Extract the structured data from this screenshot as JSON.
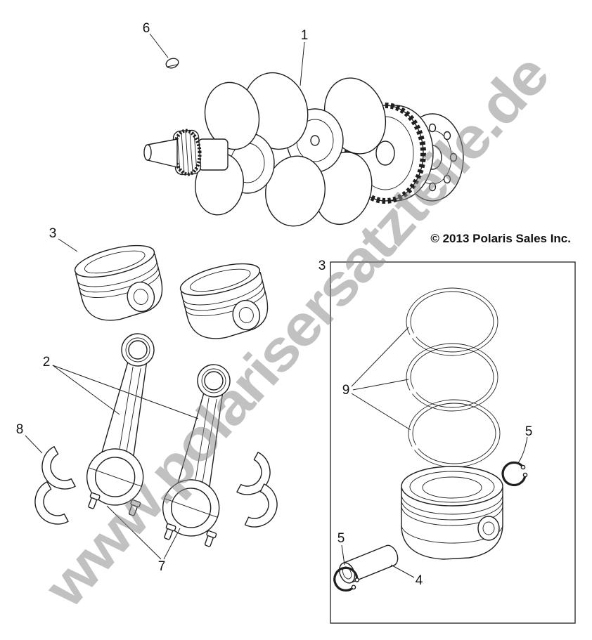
{
  "page": {
    "background": "#ffffff",
    "line_color": "#1f1f1f"
  },
  "watermark": {
    "text": "www.polarisersatzteile.de",
    "color": "#8a8a8a"
  },
  "copyright": {
    "text": "© 2013 Polaris Sales Inc."
  },
  "callouts": {
    "crankshaft": "1",
    "connecting_rod": "2",
    "piston_left": "3",
    "piston_box": "3",
    "piston_pin": "4",
    "circlip_top": "5",
    "circlip_bottom": "5",
    "dowel": "6",
    "rod_bolt": "7",
    "bearing": "8",
    "rings": "9"
  }
}
